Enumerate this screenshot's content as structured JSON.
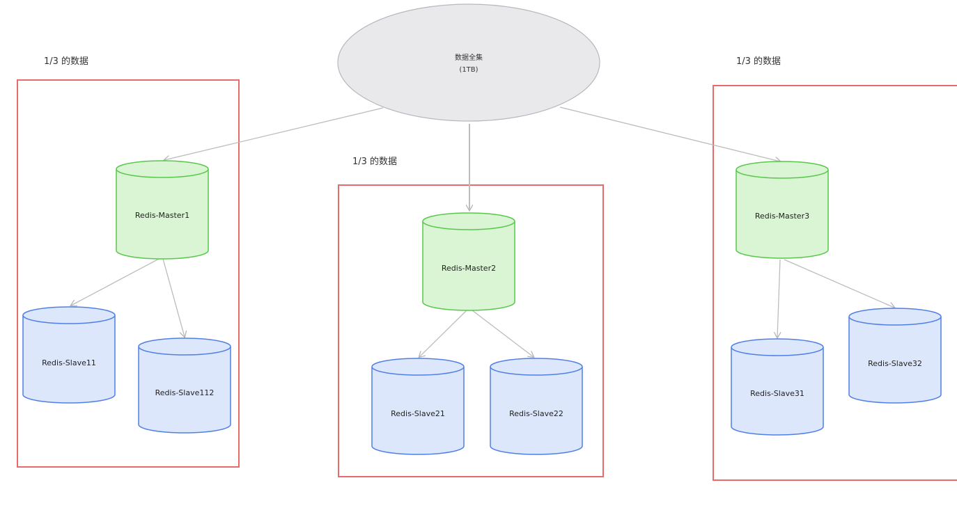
{
  "root": {
    "title": "数据全集",
    "subtitle": "(1TB)"
  },
  "groups": [
    {
      "label": "1/3 的数据",
      "master": "Redis-Master1",
      "slaves": [
        "Redis-Slave11",
        "Redis-Slave112"
      ]
    },
    {
      "label": "1/3 的数据",
      "master": "Redis-Master2",
      "slaves": [
        "Redis-Slave21",
        "Redis-Slave22"
      ]
    },
    {
      "label": "1/3 的数据",
      "master": "Redis-Master3",
      "slaves": [
        "Redis-Slave31",
        "Redis-Slave32"
      ]
    }
  ],
  "colors": {
    "group_border": "#e86a6a",
    "master_fill": "#d9f5d3",
    "master_stroke": "#57c84a",
    "slave_fill": "#dde7fb",
    "slave_stroke": "#4f7fe6",
    "root_fill": "#e9e9ec",
    "root_stroke": "#b7b7bd",
    "arrow": "#bcbcbc"
  }
}
